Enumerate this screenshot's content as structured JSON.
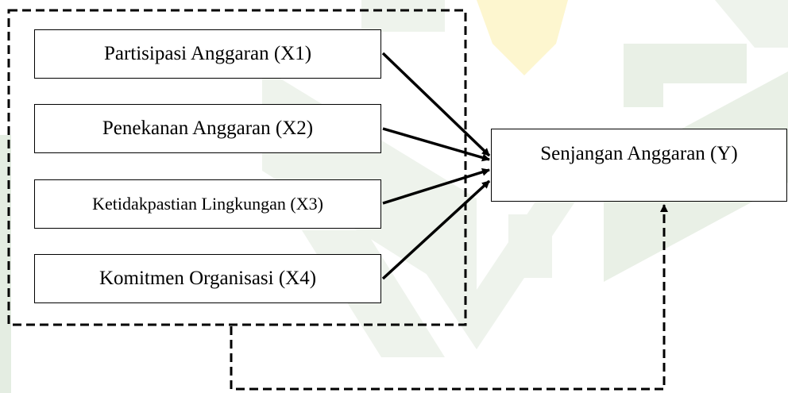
{
  "diagram": {
    "independent_variables": [
      {
        "id": "x1",
        "label": "Partisipasi Anggaran (X1)"
      },
      {
        "id": "x2",
        "label": "Penekanan Anggaran (X2)"
      },
      {
        "id": "x3",
        "label": "Ketidakpastian Lingkungan (X3)"
      },
      {
        "id": "x4",
        "label": "Komitmen Organisasi (X4)"
      }
    ],
    "dependent_variable": {
      "id": "y",
      "label": "Senjangan Anggaran (Y)"
    },
    "relationships": [
      {
        "from": "x1",
        "to": "y",
        "style": "solid"
      },
      {
        "from": "x2",
        "to": "y",
        "style": "solid"
      },
      {
        "from": "x3",
        "to": "y",
        "style": "solid"
      },
      {
        "from": "x4",
        "to": "y",
        "style": "solid"
      },
      {
        "from": "x1-x4 group",
        "to": "y",
        "style": "dashed"
      }
    ]
  },
  "colors": {
    "line": "#000000",
    "box_fill": "#ffffff",
    "watermark_yellow": "#fdf6cf",
    "watermark_green": "#e9f0e6"
  },
  "icons": [
    "university-logo-watermark"
  ]
}
